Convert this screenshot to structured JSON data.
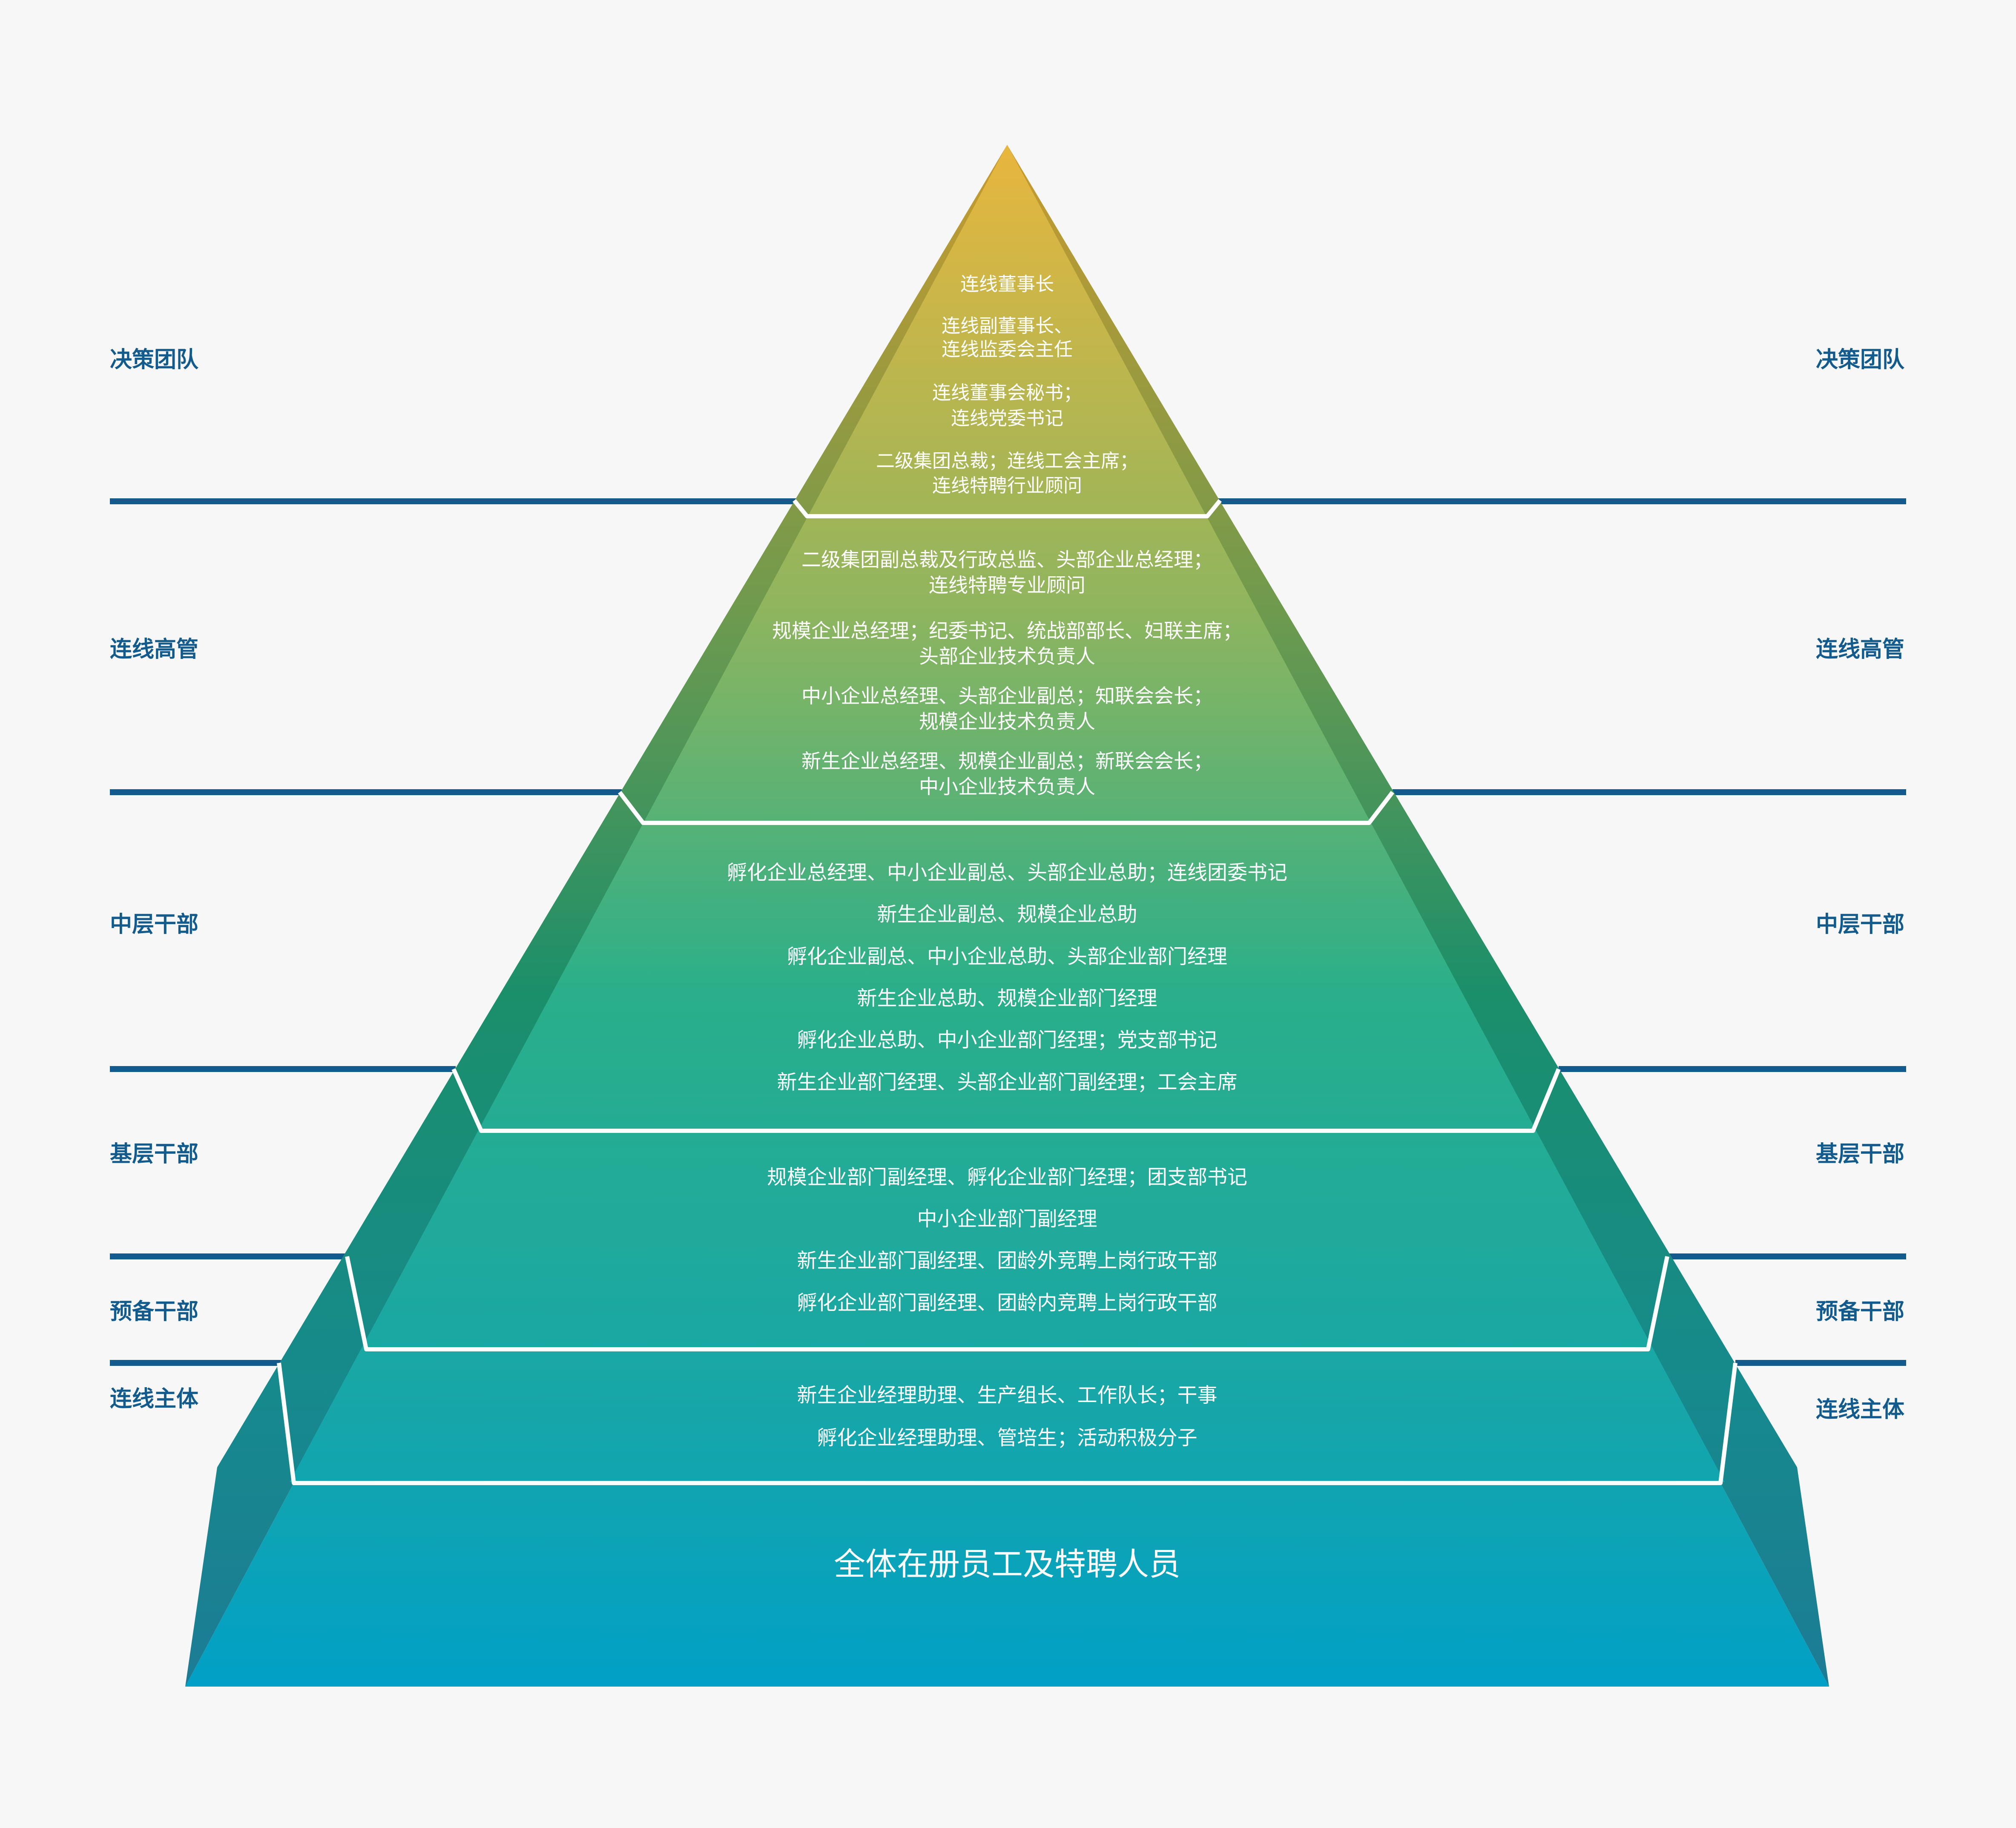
{
  "categories": [
    {
      "left": "决策团队",
      "right": "决策团队"
    },
    {
      "left": "连线高管",
      "right": "连线高管"
    },
    {
      "left": "中层干部",
      "right": "中层干部"
    },
    {
      "left": "基层干部",
      "right": "基层干部"
    },
    {
      "left": "预备干部",
      "right": "预备干部"
    },
    {
      "left": "连线主体",
      "right": "连线主体"
    }
  ],
  "tiers": [
    {
      "lines": [
        "连线董事长",
        "连线副董事长、",
        "连线监委会主任",
        "连线董事会秘书；",
        "连线党委书记",
        "二级集团总裁；连线工会主席；",
        "连线特聘行业顾问"
      ]
    },
    {
      "lines": [
        "二级集团副总裁及行政总监、头部企业总经理；",
        "连线特聘专业顾问",
        "规模企业总经理；纪委书记、统战部部长、妇联主席；",
        "头部企业技术负责人",
        "中小企业总经理、头部企业副总；知联会会长；",
        "规模企业技术负责人",
        "新生企业总经理、规模企业副总；新联会会长；",
        "中小企业技术负责人"
      ]
    },
    {
      "lines": [
        "孵化企业总经理、中小企业副总、头部企业总助；连线团委书记",
        "新生企业副总、规模企业总助",
        "孵化企业副总、中小企业总助、头部企业部门经理",
        "新生企业总助、规模企业部门经理",
        "孵化企业总助、中小企业部门经理；党支部书记",
        "新生企业部门经理、头部企业部门副经理；工会主席"
      ]
    },
    {
      "lines": [
        "规模企业部门副经理、孵化企业部门经理；团支部书记",
        "中小企业部门副经理",
        "新生企业部门副经理、团龄外竞聘上岗行政干部",
        "孵化企业部门副经理、团龄内竞聘上岗行政干部"
      ]
    },
    {
      "lines": [
        "新生企业经理助理、生产组长、工作队长；干事",
        "孵化企业经理助理、管培生；活动积极分子"
      ]
    },
    {
      "lines": [
        "全体在册员工及特聘人员"
      ]
    }
  ],
  "colors": {
    "background": "#f7f7f7",
    "divider": "#135b8c",
    "label": "#135b8c",
    "top": "#e8b63e",
    "upper": "#8fb55e",
    "middle": "#1fa487",
    "lower": "#19a5a8",
    "base": "#01a0c6",
    "separator": "#ffffff"
  }
}
